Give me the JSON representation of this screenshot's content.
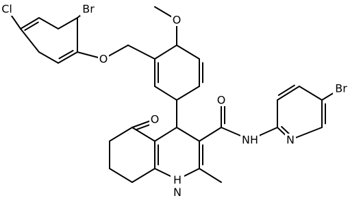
{
  "structure": {
    "atom_labels": {
      "cl": "Cl",
      "br_phenoxy": "Br",
      "o_ether": "O",
      "o_methoxy": "O",
      "o_ketone": "O",
      "o_amide": "O",
      "nh_amide": "NH",
      "n_pyridine": "N",
      "br_pyridine": "Br",
      "nh_ring": "H\nN"
    },
    "colors": {
      "bonds": "#000000",
      "labels": "#000000",
      "background": "#ffffff"
    }
  }
}
